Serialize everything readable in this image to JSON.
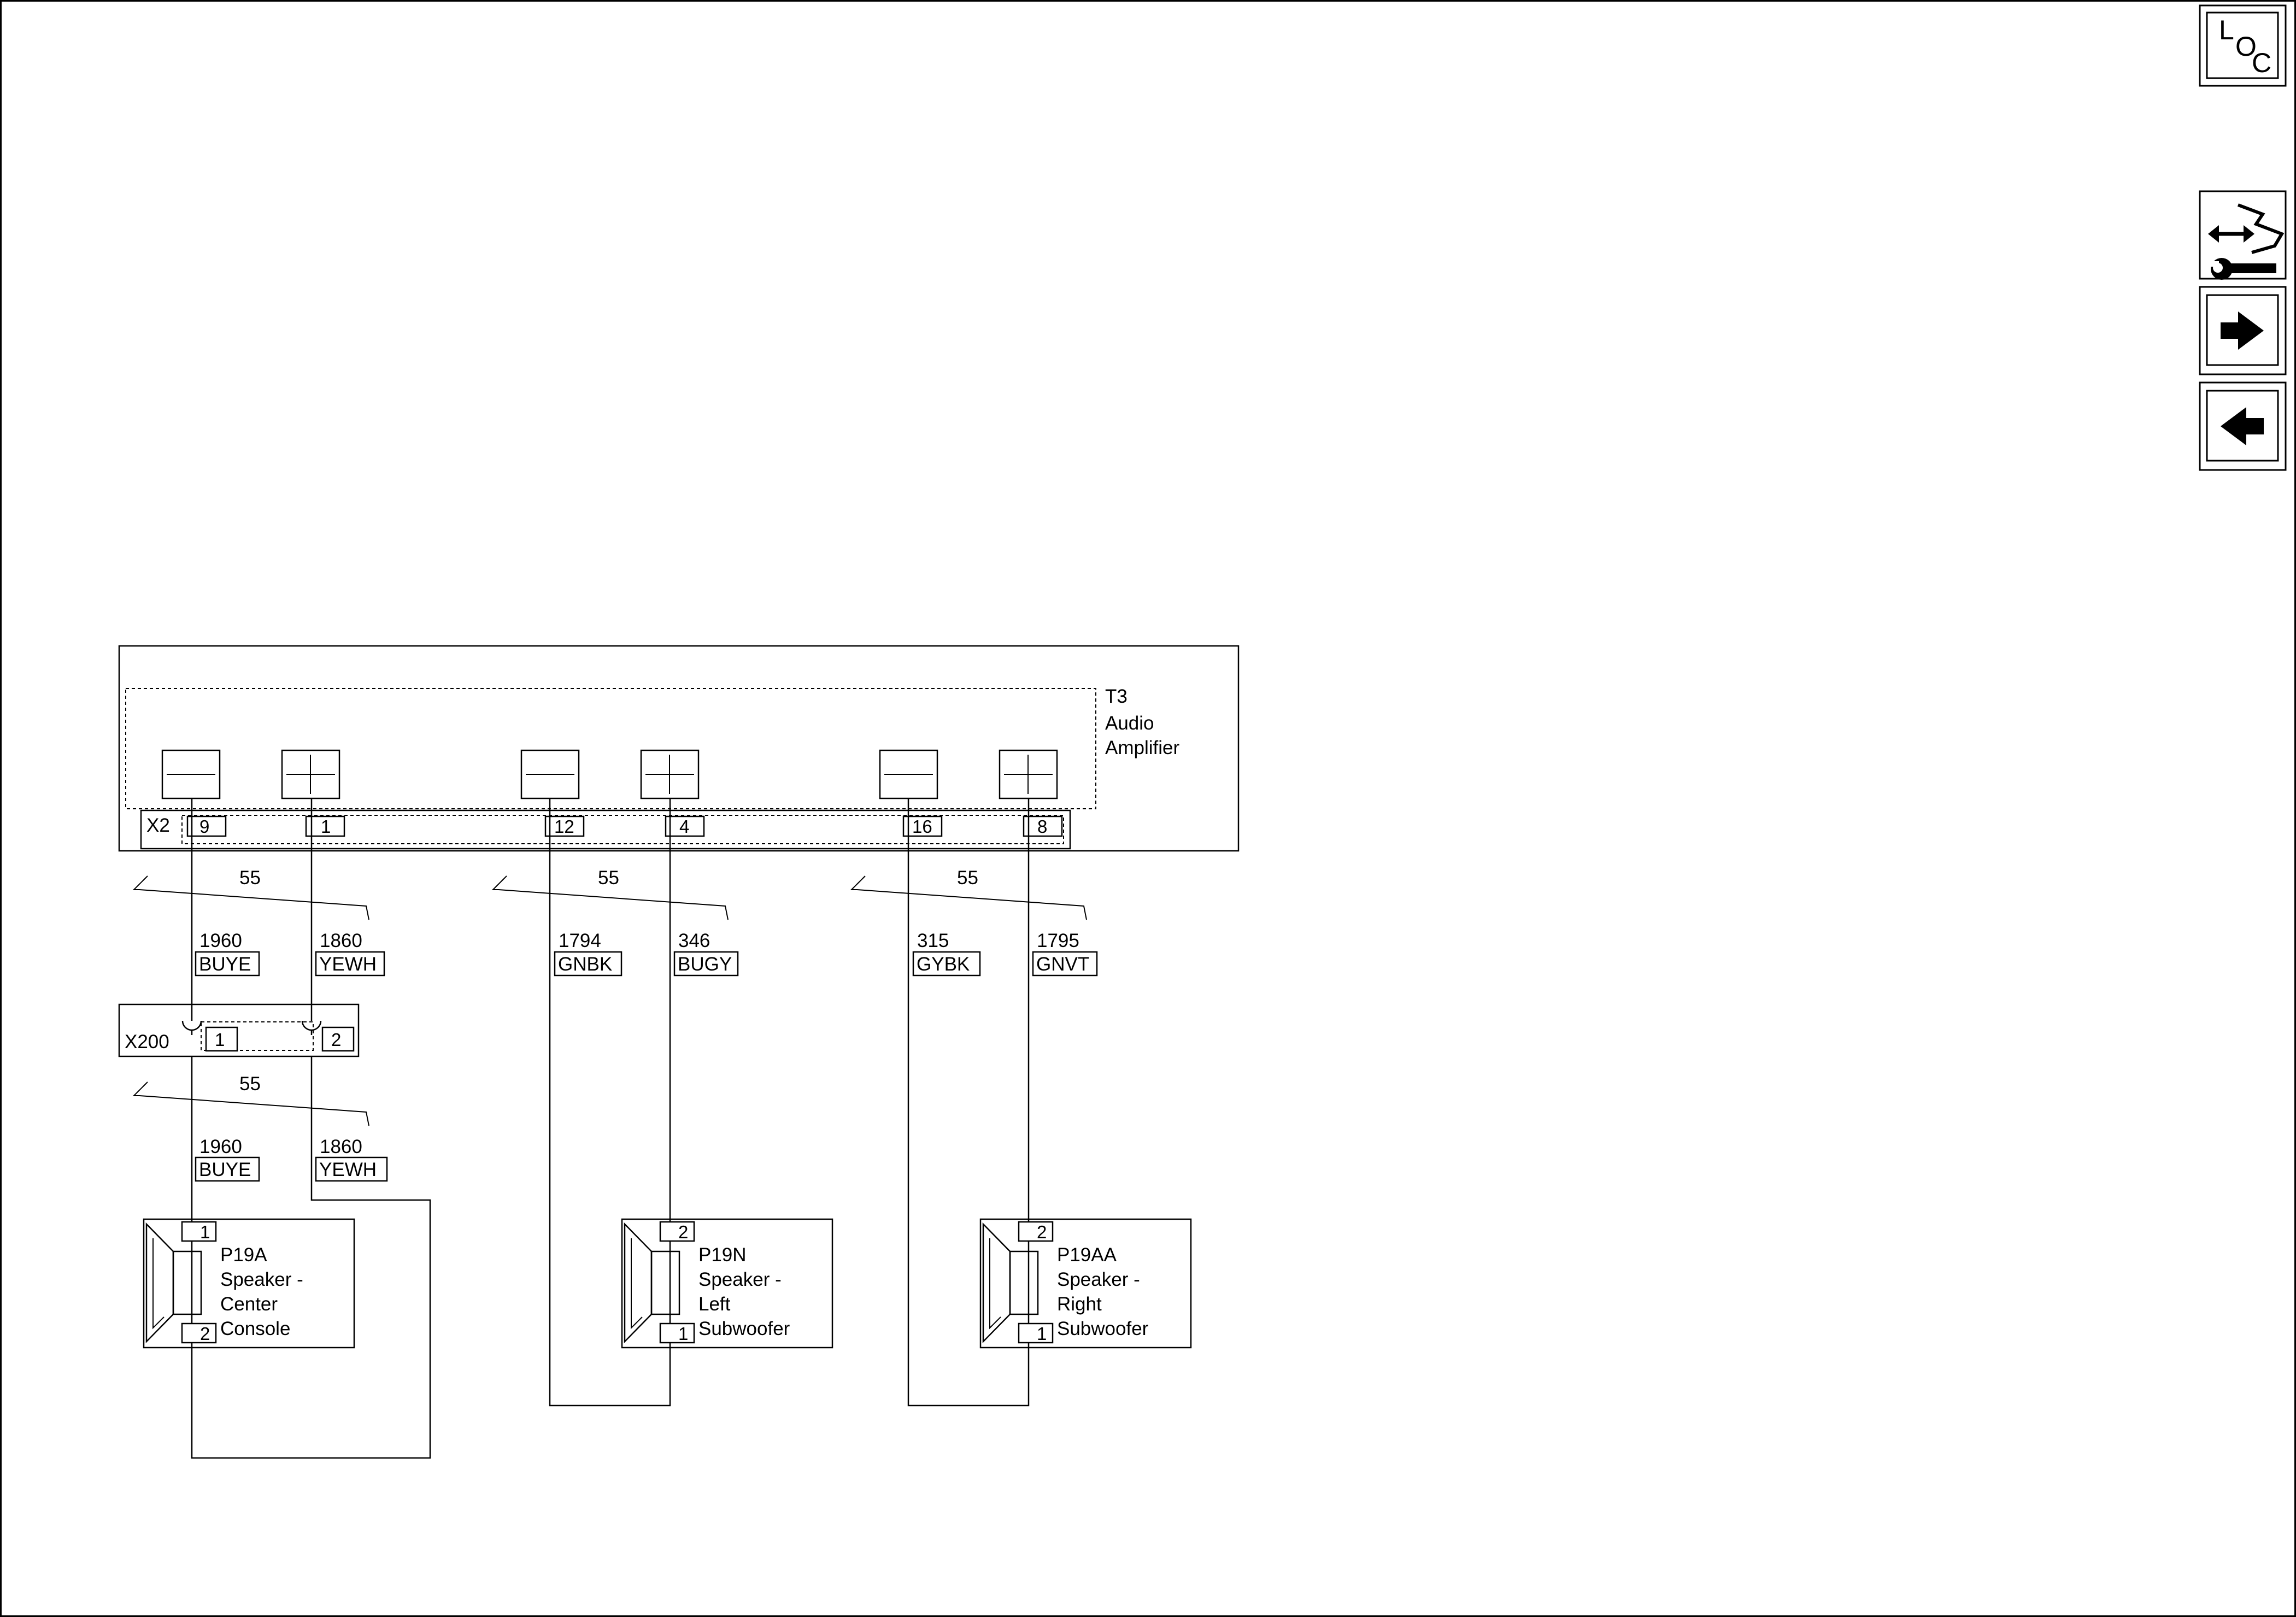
{
  "nav": {
    "loc": {
      "l": "L",
      "o": "O",
      "c": "C"
    },
    "icons": [
      "wiring-tools-icon",
      "arrow-right-icon",
      "arrow-left-icon"
    ]
  },
  "amplifier": {
    "ref": "T3",
    "line1": "Audio",
    "line2": "Amplifier"
  },
  "connector_x2": {
    "label": "X2",
    "pins": [
      "9",
      "1",
      "12",
      "4",
      "16",
      "8"
    ]
  },
  "connector_x200": {
    "label": "X200",
    "pins": [
      "1",
      "2"
    ]
  },
  "splice_labels": [
    "55",
    "55",
    "55",
    "55"
  ],
  "wires_upper": [
    {
      "circuit": "1960",
      "color": "BUYE"
    },
    {
      "circuit": "1860",
      "color": "YEWH"
    },
    {
      "circuit": "1794",
      "color": "GNBK"
    },
    {
      "circuit": "346",
      "color": "BUGY"
    },
    {
      "circuit": "315",
      "color": "GYBK"
    },
    {
      "circuit": "1795",
      "color": "GNVT"
    }
  ],
  "wires_lower": [
    {
      "circuit": "1960",
      "color": "BUYE"
    },
    {
      "circuit": "1860",
      "color": "YEWH"
    }
  ],
  "speakers": [
    {
      "ref": "P19A",
      "line1": "Speaker -",
      "line2": "Center",
      "line3": "Console",
      "pin_top": "1",
      "pin_bottom": "2"
    },
    {
      "ref": "P19N",
      "line1": "Speaker -",
      "line2": "Left",
      "line3": "Subwoofer",
      "pin_top": "2",
      "pin_bottom": "1"
    },
    {
      "ref": "P19AA",
      "line1": "Speaker -",
      "line2": "Right",
      "line3": "Subwoofer",
      "pin_top": "2",
      "pin_bottom": "1"
    }
  ]
}
